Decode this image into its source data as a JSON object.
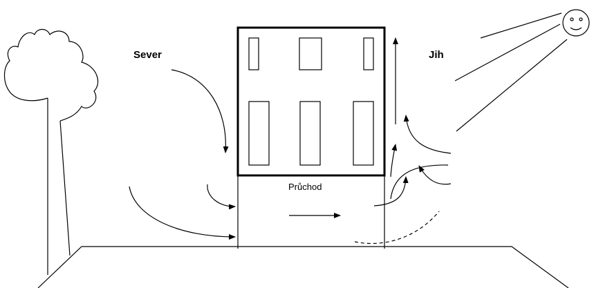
{
  "labels": {
    "north": "Sever",
    "south": "Jih",
    "passage": "Průchod"
  },
  "icons": {
    "tree": "tree-icon",
    "sun": "sun-icon"
  },
  "colors": {
    "stroke": "#000000",
    "background": "#ffffff"
  }
}
